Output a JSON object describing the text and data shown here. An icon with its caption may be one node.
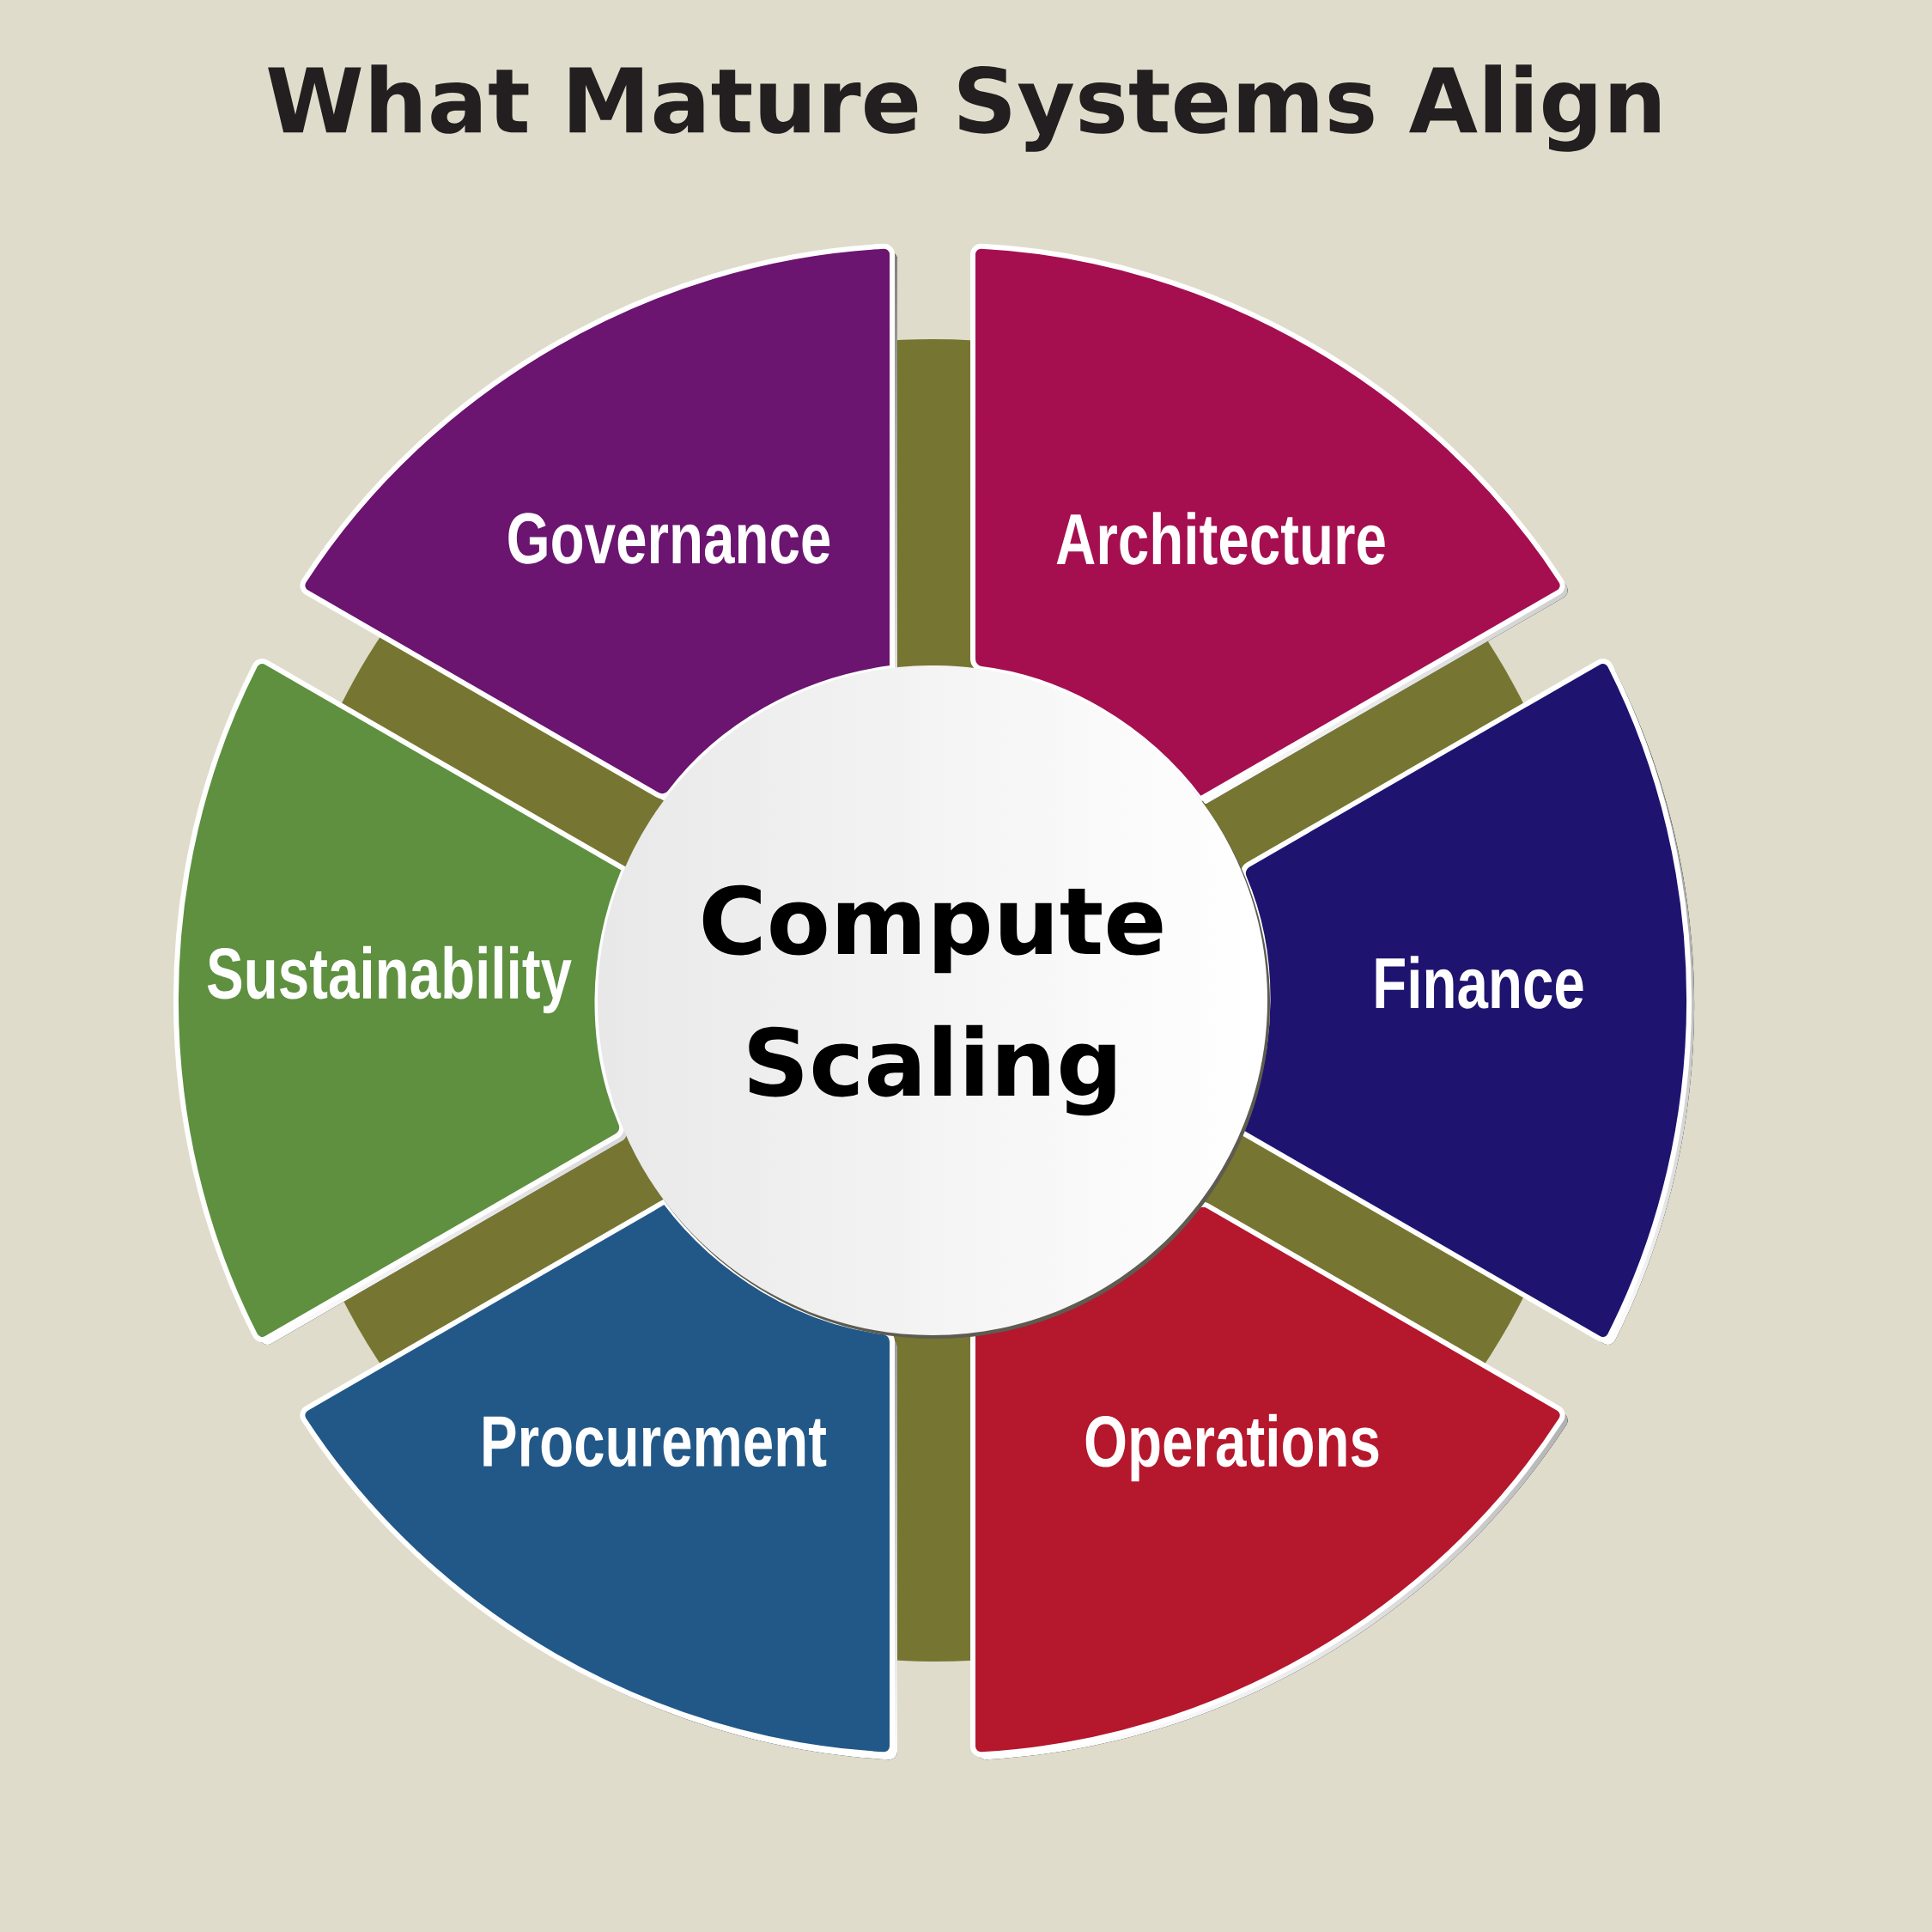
{
  "diagram": {
    "title": "What Mature Systems Align",
    "nodes": [
      {
        "text": [
          "Governance"
        ]
      },
      {
        "text": [
          "Architecture"
        ]
      },
      {
        "text": [
          "Sustainability"
        ]
      },
      {
        "text": [
          "Compute Scaling"
        ]
      },
      {
        "text": [
          "Finance"
        ]
      },
      {
        "text": [
          "Procurement"
        ]
      },
      {
        "text": [
          "Operations"
        ]
      }
    ]
  }
}
